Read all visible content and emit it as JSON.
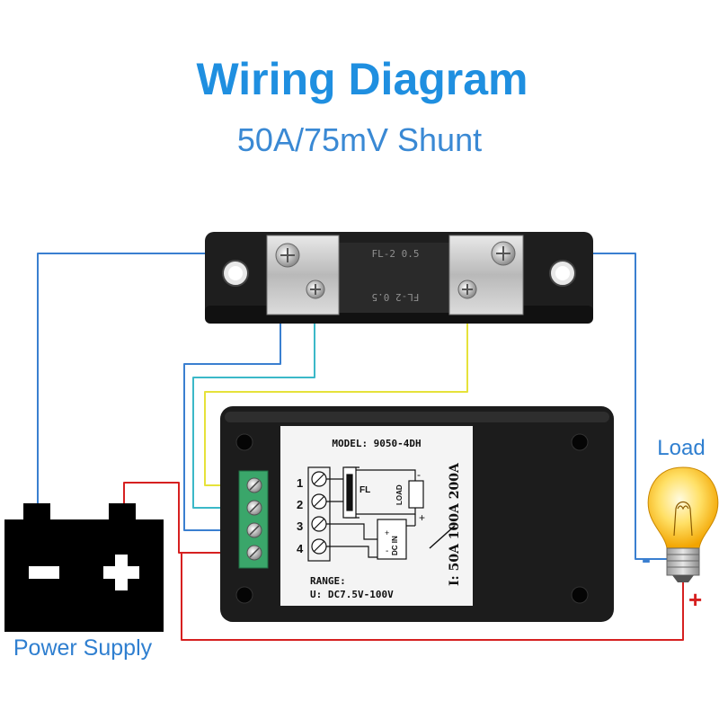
{
  "title": "Wiring Diagram",
  "subtitle": "50A/75mV Shunt",
  "shunt": {
    "marking_top": "FL-2  0.5",
    "marking_bottom": "FL-2  0.5"
  },
  "meter": {
    "model": "MODEL: 9050-4DH",
    "terminals": [
      "1",
      "2",
      "3",
      "4"
    ],
    "fl_label": "FL",
    "load_label": "LOAD",
    "dcin_label": "DC IN",
    "minus_sign": "-",
    "plus_sign": "+",
    "current_ranges": "I: 50A  100A  200A",
    "range_label": "RANGE:",
    "range_value": "U:  DC7.5V-100V"
  },
  "labels": {
    "load": "Load",
    "power_supply": "Power Supply",
    "battery_minus": "-",
    "battery_plus": "+",
    "lamp_minus": "-",
    "lamp_plus": "+"
  },
  "colors": {
    "title_blue": "#1f8fe0",
    "wire_blue": "#3a7fd0",
    "wire_cyan": "#3bb8c8",
    "wire_yellow": "#e6e23a",
    "wire_red": "#d62020",
    "terminal_green": "#3aa66a",
    "meter_body": "#1c1c1c",
    "label_panel": "#f4f4f4"
  }
}
